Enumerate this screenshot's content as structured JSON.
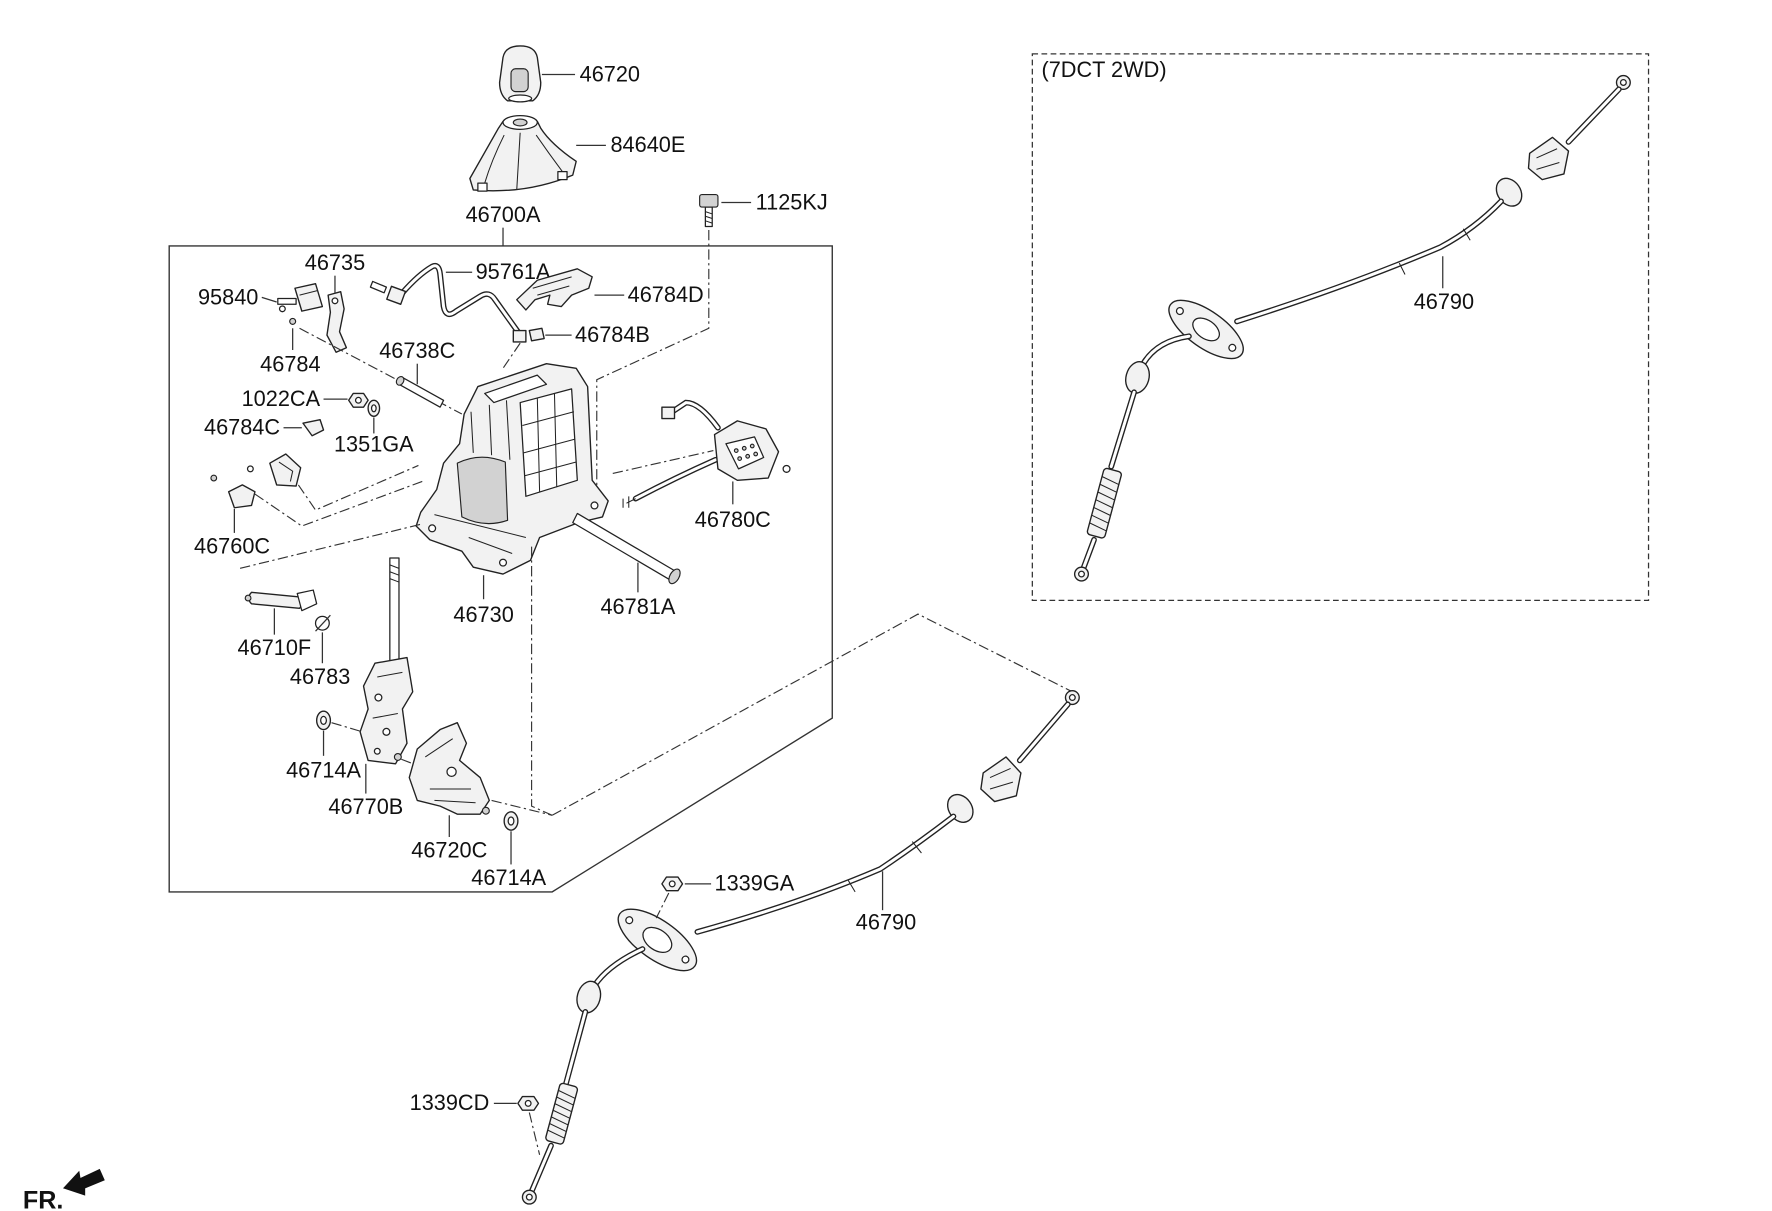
{
  "diagram": {
    "orientation": "FR.",
    "assembly": {
      "label": "46700A"
    },
    "labels": {
      "knob": "46720",
      "boot": "84640E",
      "bolt": "1125KJ",
      "bracket_46735": "46735",
      "harness": "95761A",
      "connector": "95840",
      "cover": "46784D",
      "clip_b": "46784B",
      "pin_small": "46784",
      "pin_46738c": "46738C",
      "nut_1022ca": "1022CA",
      "clip_c": "46784C",
      "washer": "1351GA",
      "solenoid": "46780C",
      "sensor": "46760C",
      "base": "46730",
      "pin_46781a": "46781A",
      "rod": "46710F",
      "spring": "46783",
      "bushing_left": "46714A",
      "lever": "46770B",
      "bracket_46720c": "46720C",
      "bushing_right": "46714A",
      "nut_1339ga": "1339GA",
      "cable": "46790",
      "nut_1339cd": "1339CD"
    },
    "inset": {
      "title": "(7DCT 2WD)",
      "cable": "46790"
    }
  }
}
